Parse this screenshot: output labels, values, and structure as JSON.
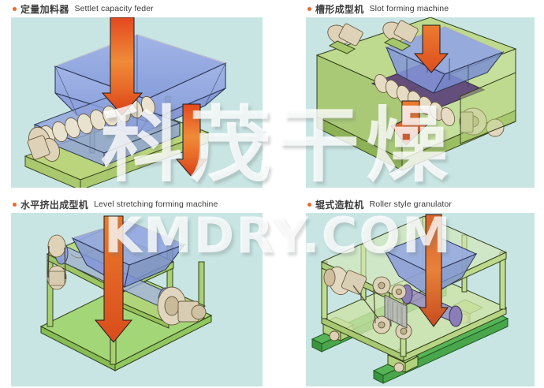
{
  "page": {
    "kind": "product-catalog-sheet",
    "background_color": "#ffffff",
    "panel_color": "#c8e5e3",
    "bullet_color": "#e8692a",
    "text_color": "#3d3d3d"
  },
  "watermarks": {
    "brand_cn": "科茂干燥",
    "brand_url": "KMDRY.COM"
  },
  "products": [
    {
      "bullet": "bullet-dot",
      "name_cn": "定量加料器",
      "name_en": "Settlet capacity feder",
      "illustration": "screw-feeder-with-blue-hopper-and-green-frame",
      "colors": {
        "hopper": "#8c9fe0",
        "frame": "#b9d472",
        "arrow": "#e8552a",
        "arrow_mid": "#ef8c3a"
      }
    },
    {
      "bullet": "bullet-dot",
      "name_cn": "槽形成型机",
      "name_en": "Slot forming machine",
      "illustration": "slot-forming-machine-with-twin-motors-and-green-base",
      "colors": {
        "hopper": "#8c9fe0",
        "frame": "#aacd6e",
        "arrow": "#e8692a",
        "trough": "#6b4f82"
      }
    },
    {
      "bullet": "bullet-dot",
      "name_cn": "水平挤出成型机",
      "name_en": "Level stretching forming machine",
      "illustration": "level-stretching-extruder-on-green-stand",
      "colors": {
        "hopper": "#8c9fe0",
        "frame": "#a8ce6b",
        "arrow": "#e8692a",
        "deck": "#9ed46a"
      }
    },
    {
      "bullet": "bullet-dot",
      "name_cn": "辊式造粒机",
      "name_en": "Roller style granulator",
      "illustration": "roller-granulator-in-green-box-frame-on-rails",
      "colors": {
        "hopper": "#8c9fe0",
        "frame": "#c3dd9a",
        "arrow": "#d9622a",
        "roller": "#9a8ec4",
        "rail": "#4fae52"
      }
    }
  ]
}
